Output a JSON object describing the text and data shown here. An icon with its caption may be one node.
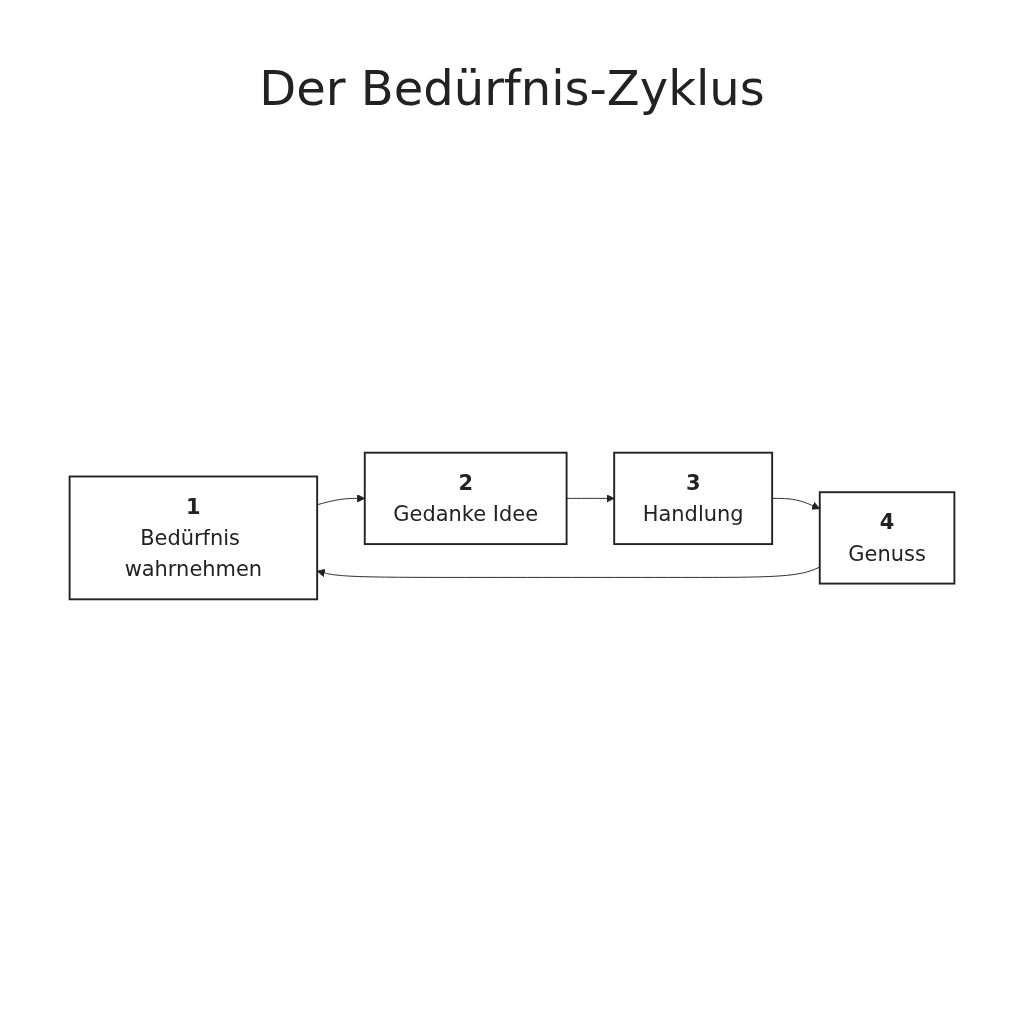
{
  "diagram": {
    "title": "Der Bedürfnis-Zyklus",
    "nodes": [
      {
        "text": [
          "1",
          "Bedürfnis wahrnehmen"
        ]
      },
      {
        "text": [
          "2",
          "Gedanke Idee"
        ]
      },
      {
        "text": [
          "3",
          "Handlung"
        ]
      },
      {
        "text": [
          "4",
          "Genuss"
        ]
      }
    ],
    "edges": [
      {
        "from": 0,
        "to": 1,
        "arrow": "to"
      },
      {
        "from": 1,
        "to": 2,
        "arrow": "to"
      },
      {
        "from": 2,
        "to": 3,
        "arrow": "to"
      },
      {
        "from": 3,
        "to": 0,
        "arrow": "to"
      }
    ]
  }
}
